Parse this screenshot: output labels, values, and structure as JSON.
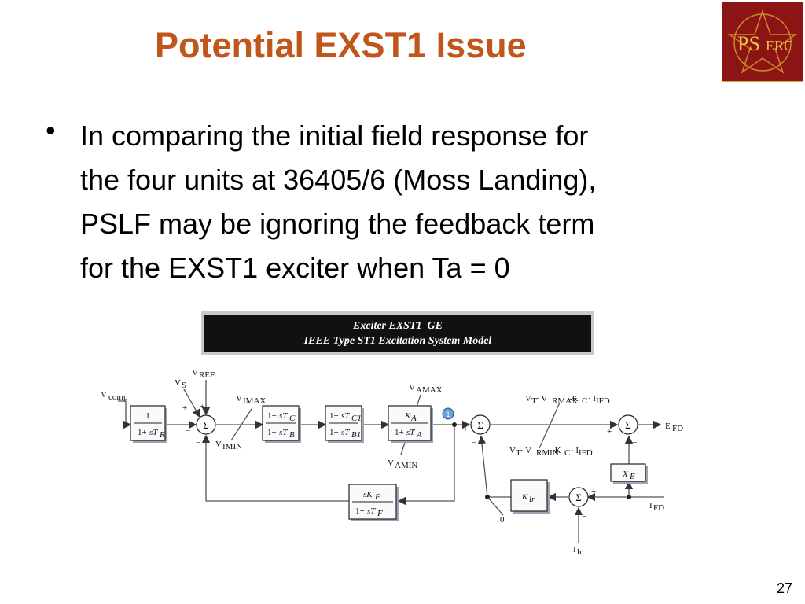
{
  "slide": {
    "title": "Potential EXST1 Issue",
    "bullet_lines": [
      "In comparing the initial field response for",
      "the four units at 36405/6 (Moss Landing),",
      "PSLF may be ignoring the feedback term",
      "for the EXST1 exciter when Ta = 0"
    ],
    "page_number": "27"
  },
  "logo": {
    "text_ps": "PS",
    "text_erc": "ERC",
    "colors": {
      "background": "#8c1414",
      "text": "#f0c040",
      "star": "#c88a2a"
    }
  },
  "diagram": {
    "header_line1": "Exciter EXST1_GE",
    "header_line2": "IEEE Type ST1 Excitation System Model",
    "signals": {
      "vcomp": "V",
      "vcomp_sub": "comp",
      "vs": "V",
      "vs_sub": "S",
      "vref": "V",
      "vref_sub": "REF",
      "vimax": "V",
      "vimax_sub": "IMAX",
      "vimin": "V",
      "vimin_sub": "IMIN",
      "vamax": "V",
      "vamax_sub": "AMAX",
      "vamin": "V",
      "vamin_sub": "AMIN",
      "vrmax_expr": "V · V  -K  · I",
      "vrmax_a": "V",
      "vrmax_a_sub": "T",
      "vrmax_b": "· V",
      "vrmax_b_sub": "RMAX",
      "vrmax_c": "-K",
      "vrmax_c_sub": "C",
      "vrmax_d": "· I",
      "vrmax_d_sub": "IFD",
      "vrmin_a": "V",
      "vrmin_a_sub": "T",
      "vrmin_b": "· V",
      "vrmin_b_sub": "RMIN",
      "vrmin_c": "-K",
      "vrmin_c_sub": "C",
      "vrmin_d": "· I",
      "vrmin_d_sub": "IFD",
      "efd": "E",
      "efd_sub": "FD",
      "ifd": "I",
      "ifd_sub": "FD",
      "ilr": "I",
      "ilr_sub": "lr",
      "zero": "0",
      "node1": "1"
    },
    "blocks": {
      "b1_num": "1",
      "b1_den_a": "1+",
      "b1_den_b": "sT",
      "b1_den_sub": "R",
      "b2_num_a": "1+",
      "b2_num_b": "sT",
      "b2_num_sub": "C",
      "b2_den_a": "1+",
      "b2_den_b": "sT",
      "b2_den_sub": "B",
      "b3_num_a": "1+",
      "b3_num_b": "sT",
      "b3_num_sub": "C1",
      "b3_den_a": "1+",
      "b3_den_b": "sT",
      "b3_den_sub": "B1",
      "b4_num_a": "K",
      "b4_num_sub": "A",
      "b4_den_a": "1+",
      "b4_den_b": "sT",
      "b4_den_sub": "A",
      "bf_num_a": "sK",
      "bf_num_sub": "F",
      "bf_den_a": "1+",
      "bf_den_b": "sT",
      "bf_den_sub": "F",
      "klr": "K",
      "klr_sub": "lr",
      "xe": "X",
      "xe_sub": "E"
    },
    "sum_symbol": "Σ",
    "plus": "+",
    "minus": "−"
  }
}
